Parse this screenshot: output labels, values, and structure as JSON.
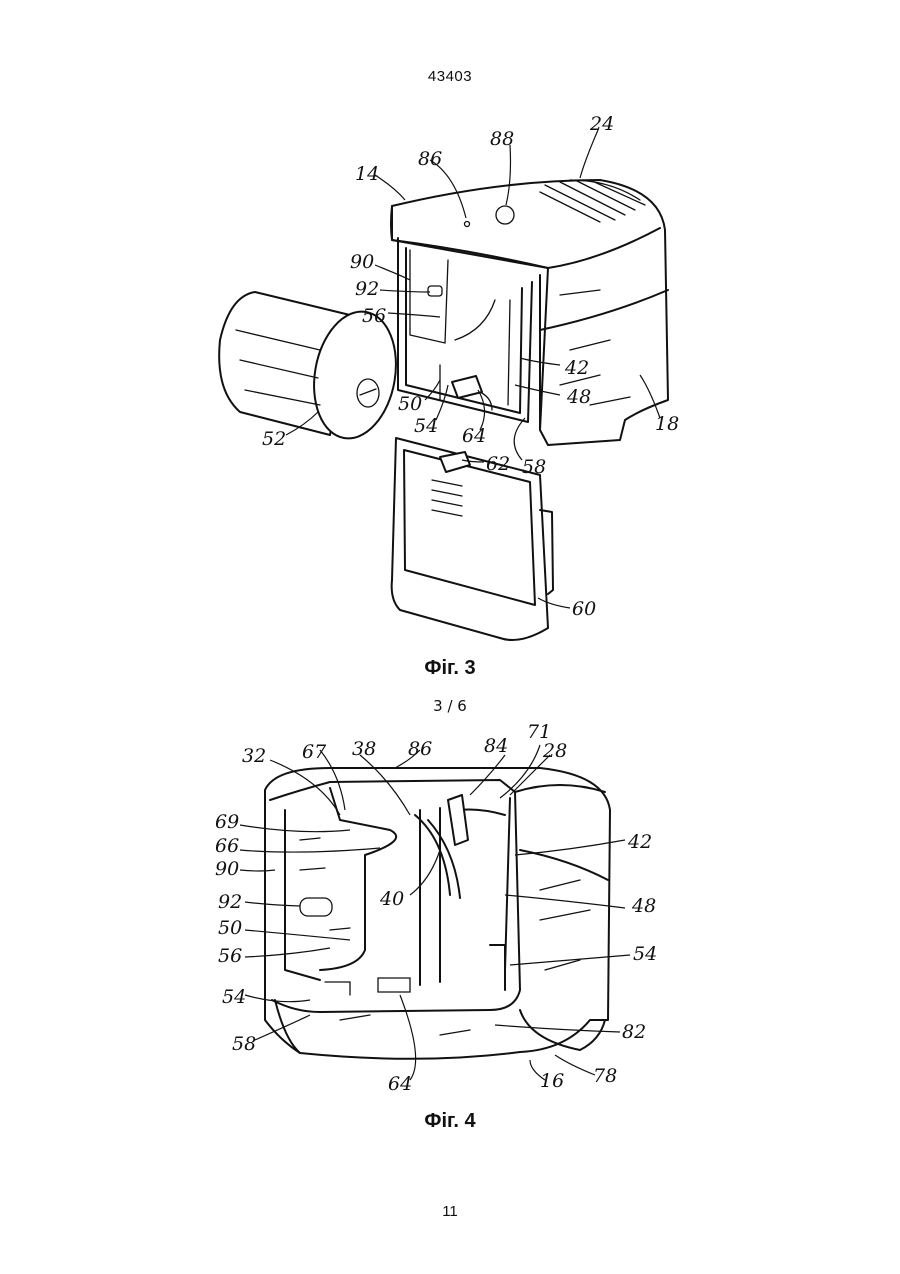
{
  "header": {
    "doc_number": "43403"
  },
  "figure3": {
    "caption": "Фіг. 3",
    "labels": {
      "l14": "14",
      "l86": "86",
      "l88": "88",
      "l24": "24",
      "l90": "90",
      "l92": "92",
      "l56": "56",
      "l42": "42",
      "l48": "48",
      "l50": "50",
      "l54": "54",
      "l64": "64",
      "l58": "58",
      "l52": "52",
      "l62": "62",
      "l18": "18",
      "l60": "60"
    }
  },
  "sheet": {
    "number": "3 / 6"
  },
  "figure4": {
    "caption": "Фіг. 4",
    "labels": {
      "l32": "32",
      "l67": "67",
      "l38": "38",
      "l86": "86",
      "l84": "84",
      "l71": "71",
      "l28": "28",
      "l69": "69",
      "l66": "66",
      "l90": "90",
      "l92": "92",
      "l50": "50",
      "l56": "56",
      "l54a": "54",
      "l58": "58",
      "l64": "64",
      "l40": "40",
      "l42": "42",
      "l48": "48",
      "l54b": "54",
      "l82": "82",
      "l78": "78",
      "l16": "16"
    }
  },
  "footer": {
    "page_number": "11"
  }
}
